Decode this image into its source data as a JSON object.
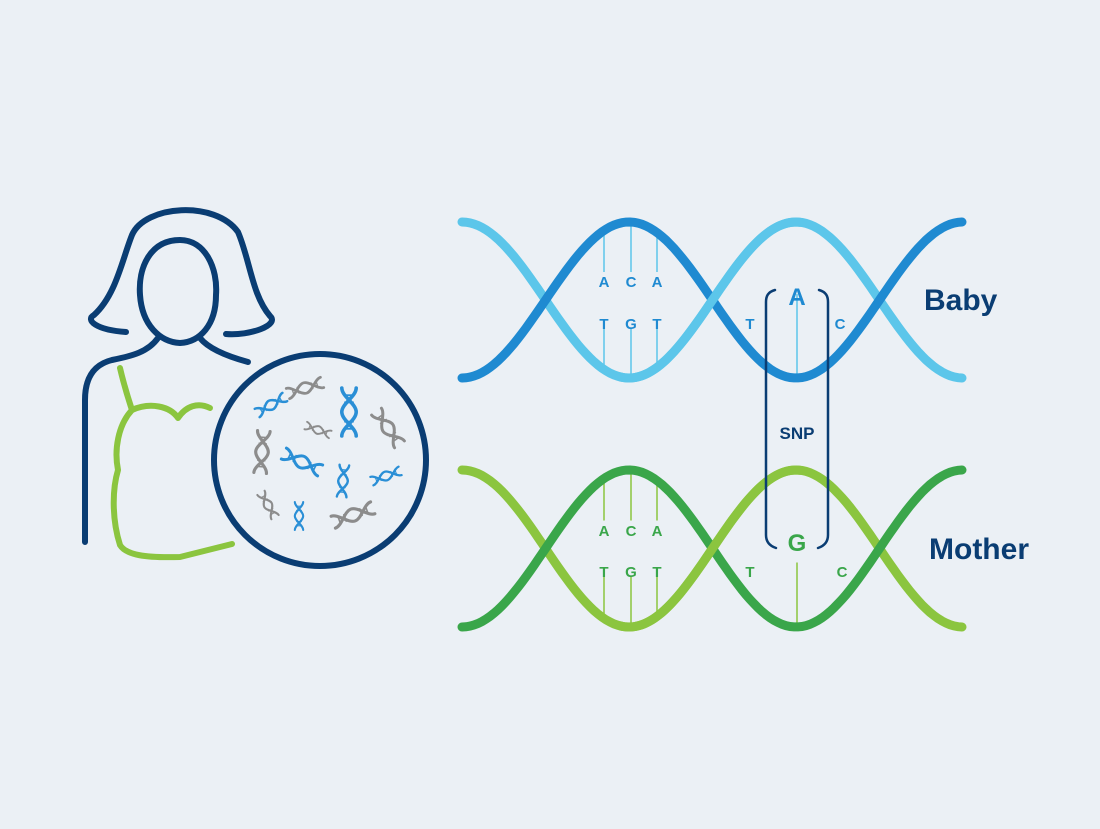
{
  "colors": {
    "background": "#ebf0f5",
    "navy": "#0a3d73",
    "baby_dark": "#1f8ad1",
    "baby_light": "#5cc6ea",
    "mother_dark": "#3aa64a",
    "mother_light": "#8bc53f",
    "dna_grey": "#8c8c8c",
    "dna_blue": "#2a8fd6"
  },
  "icons": {
    "woman": "pregnant-woman-outline-icon",
    "dna_fragments": "dna-fragment-icon"
  },
  "baby": {
    "label": "Baby",
    "top_bases": [
      "A",
      "C",
      "A"
    ],
    "bottom_bases": [
      "T",
      "G",
      "T"
    ],
    "side_left": "T",
    "snp_base": "A",
    "side_right": "C"
  },
  "mother": {
    "label": "Mother",
    "top_bases": [
      "A",
      "C",
      "A"
    ],
    "bottom_bases": [
      "T",
      "G",
      "T"
    ],
    "side_left": "T",
    "snp_base": "G",
    "side_right": "C"
  },
  "snp_label": "SNP"
}
